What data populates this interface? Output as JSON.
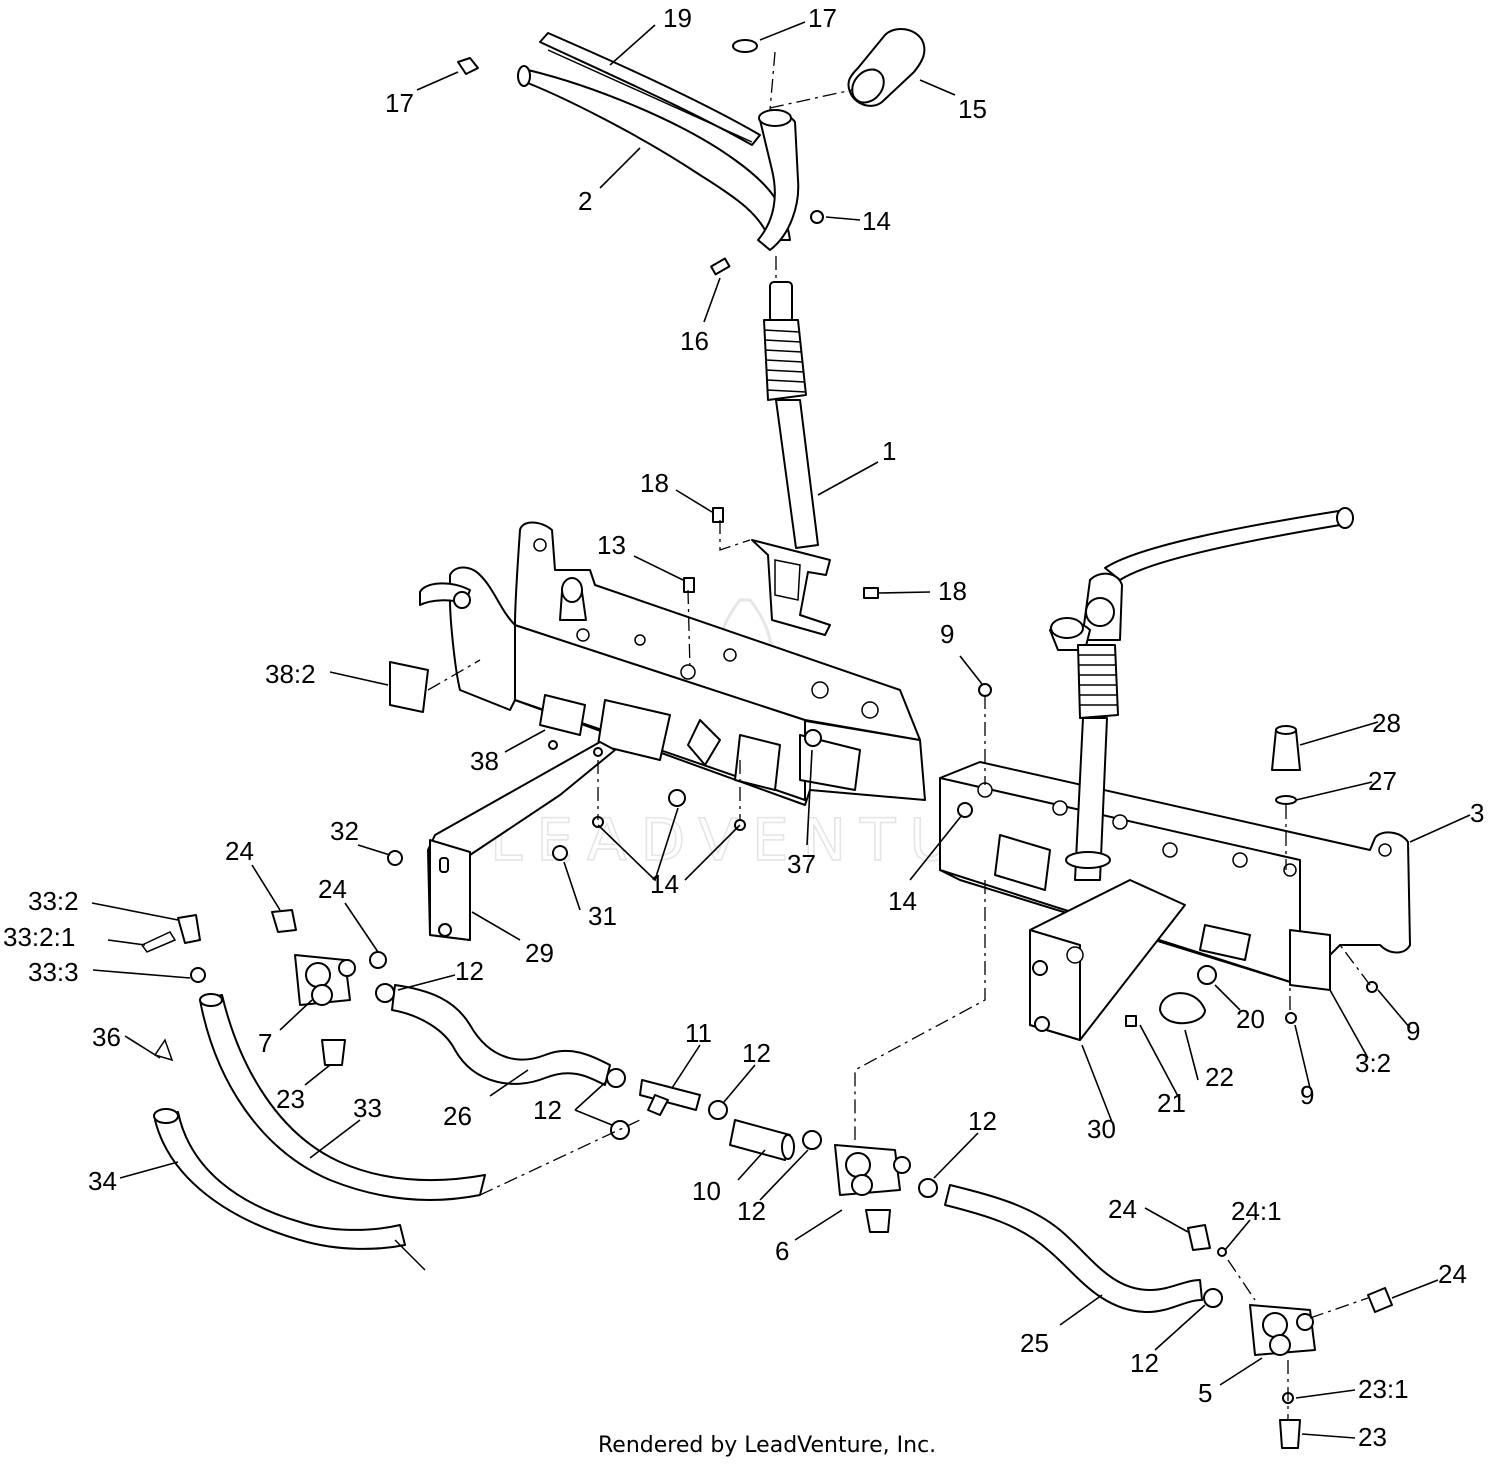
{
  "labels": {
    "l1": "1",
    "l2": "2",
    "l3": "3",
    "l3_2": "3:2",
    "l5": "5",
    "l6": "6",
    "l7": "7",
    "l9a": "9",
    "l9b": "9",
    "l9c": "9",
    "l10": "10",
    "l11": "11",
    "l12a": "12",
    "l12b": "12",
    "l12c": "12",
    "l12d": "12",
    "l12e": "12",
    "l12f": "12",
    "l13": "13",
    "l14a": "14",
    "l14b": "14",
    "l14c": "14",
    "l15": "15",
    "l16": "16",
    "l17a": "17",
    "l17b": "17",
    "l18a": "18",
    "l18b": "18",
    "l19": "19",
    "l20": "20",
    "l21": "21",
    "l22": "22",
    "l23a": "23",
    "l23b": "23",
    "l23_1": "23:1",
    "l24a": "24",
    "l24b": "24",
    "l24c": "24",
    "l24d": "24",
    "l24_1": "24:1",
    "l25": "25",
    "l26": "26",
    "l27": "27",
    "l28": "28",
    "l29": "29",
    "l30": "30",
    "l31": "31",
    "l32": "32",
    "l33": "33",
    "l33_2": "33:2",
    "l33_2_1": "33:2:1",
    "l33_3": "33:3",
    "l34": "34",
    "l36": "36",
    "l37": "37",
    "l38": "38",
    "l38_2": "38:2"
  },
  "watermark": "LEADVENTURE",
  "footer": "Rendered by LeadVenture, Inc."
}
